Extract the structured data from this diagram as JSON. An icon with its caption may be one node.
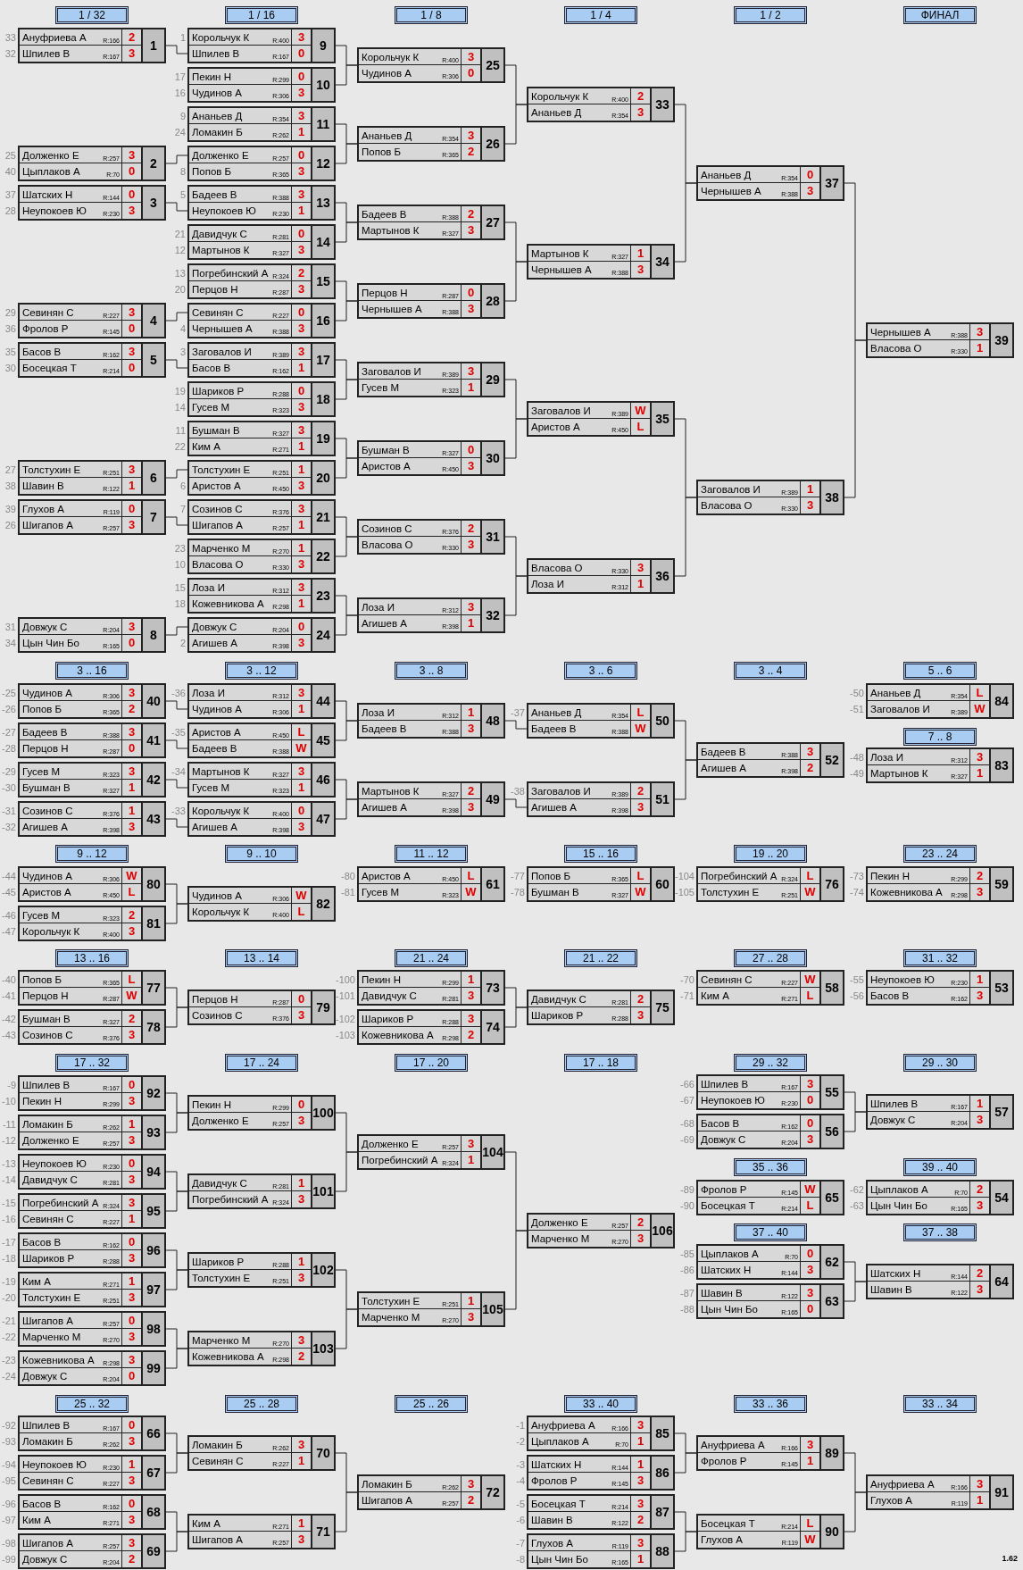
{
  "diagram": {
    "nodes": [
      {
        "text": [
          "Ануфриева А",
          "R:166",
          "2",
          "Шпилев В",
          "R:167",
          "3",
          "1"
        ],
        "beside": [
          "33",
          "32"
        ]
      },
      {
        "text": [
          "Долженко Е",
          "R:257",
          "3",
          "Цыплаков А",
          "R:70",
          "0",
          "2"
        ],
        "beside": [
          "25",
          "40"
        ]
      },
      {
        "text": [
          "Шатских Н",
          "R:144",
          "0",
          "Неупокоев Ю",
          "R:230",
          "3",
          "3"
        ],
        "beside": [
          "37",
          "28"
        ]
      },
      {
        "text": [
          "Севинян С",
          "R:227",
          "3",
          "Фролов Р",
          "R:145",
          "0",
          "4"
        ],
        "beside": [
          "29",
          "36"
        ]
      },
      {
        "text": [
          "Басов В",
          "R:162",
          "3",
          "Босецкая Т",
          "R:214",
          "0",
          "5"
        ],
        "beside": [
          "35",
          "30"
        ]
      },
      {
        "text": [
          "Толстухин Е",
          "R:251",
          "3",
          "Шавин В",
          "R:122",
          "1",
          "6"
        ],
        "beside": [
          "27",
          "38"
        ]
      },
      {
        "text": [
          "Глухов А",
          "R:119",
          "0",
          "Шигапов А",
          "R:257",
          "3",
          "7"
        ],
        "beside": [
          "39",
          "26"
        ]
      },
      {
        "text": [
          "Довжук С",
          "R:204",
          "3",
          "Цын Чин Бо",
          "R:165",
          "0",
          "8"
        ],
        "beside": [
          "31",
          "34"
        ]
      },
      {
        "text": [
          "Корольчук К",
          "R:400",
          "3",
          "Шпилев В",
          "R:167",
          "0",
          "9"
        ],
        "beside": [
          "1"
        ]
      },
      {
        "text": [
          "Пекин Н",
          "R:299",
          "0",
          "Чудинов А",
          "R:306",
          "3",
          "10"
        ],
        "beside": [
          "17",
          "16"
        ]
      },
      {
        "text": [
          "Ананьев Д",
          "R:354",
          "3",
          "Ломакин Б",
          "R:262",
          "1",
          "11"
        ],
        "beside": [
          "9",
          "24"
        ]
      },
      {
        "text": [
          "Долженко Е",
          "R:257",
          "0",
          "Попов Б",
          "R:365",
          "3",
          "12"
        ],
        "beside": [
          "8"
        ]
      },
      {
        "text": [
          "Бадеев В",
          "R:388",
          "3",
          "Неупокоев Ю",
          "R:230",
          "1",
          "13"
        ],
        "beside": [
          "5"
        ]
      },
      {
        "text": [
          "Давидчук С",
          "R:281",
          "0",
          "Мартынов К",
          "R:327",
          "3",
          "14"
        ],
        "beside": [
          "21",
          "12"
        ]
      },
      {
        "text": [
          "Погребинский А",
          "R:324",
          "2",
          "Перцов Н",
          "R:287",
          "3",
          "15"
        ],
        "beside": [
          "13",
          "20"
        ]
      },
      {
        "text": [
          "Севинян С",
          "R:227",
          "0",
          "Чернышев А",
          "R:388",
          "3",
          "16"
        ],
        "beside": [
          "4"
        ]
      },
      {
        "text": [
          "Заговалов И",
          "R:389",
          "3",
          "Басов В",
          "R:162",
          "1",
          "17"
        ],
        "beside": [
          "3"
        ]
      },
      {
        "text": [
          "Шариков Р",
          "R:288",
          "0",
          "Гусев М",
          "R:323",
          "3",
          "18"
        ],
        "beside": [
          "19",
          "14"
        ]
      },
      {
        "text": [
          "Бушман В",
          "R:327",
          "3",
          "Ким А",
          "R:271",
          "1",
          "19"
        ],
        "beside": [
          "11",
          "22"
        ]
      },
      {
        "text": [
          "Толстухин Е",
          "R:251",
          "1",
          "Аристов А",
          "R:450",
          "3",
          "20"
        ],
        "beside": [
          "6"
        ]
      },
      {
        "text": [
          "Созинов С",
          "R:376",
          "3",
          "Шигапов А",
          "R:257",
          "1",
          "21"
        ],
        "beside": [
          "7"
        ]
      },
      {
        "text": [
          "Марченко М",
          "R:270",
          "1",
          "Власова О",
          "R:330",
          "3",
          "22"
        ],
        "beside": [
          "23",
          "10"
        ]
      },
      {
        "text": [
          "Лоза И",
          "R:312",
          "3",
          "Кожевникова А",
          "R:298",
          "1",
          "23"
        ],
        "beside": [
          "15",
          "18"
        ]
      },
      {
        "text": [
          "Довжук С",
          "R:204",
          "0",
          "Агишев А",
          "R:398",
          "3",
          "24"
        ],
        "beside": [
          "2"
        ]
      },
      {
        "text": [
          "Корольчук К",
          "R:400",
          "3",
          "Чудинов А",
          "R:306",
          "0",
          "25"
        ]
      },
      {
        "text": [
          "Ананьев Д",
          "R:354",
          "3",
          "Попов Б",
          "R:365",
          "2",
          "26"
        ]
      },
      {
        "text": [
          "Бадеев В",
          "R:388",
          "2",
          "Мартынов К",
          "R:327",
          "3",
          "27"
        ]
      },
      {
        "text": [
          "Перцов Н",
          "R:287",
          "0",
          "Чернышев А",
          "R:388",
          "3",
          "28"
        ]
      },
      {
        "text": [
          "Заговалов И",
          "R:389",
          "3",
          "Гусев М",
          "R:323",
          "1",
          "29"
        ]
      },
      {
        "text": [
          "Бушман В",
          "R:327",
          "0",
          "Аристов А",
          "R:450",
          "3",
          "30"
        ]
      },
      {
        "text": [
          "Созинов С",
          "R:376",
          "2",
          "Власова О",
          "R:330",
          "3",
          "31"
        ]
      },
      {
        "text": [
          "Лоза И",
          "R:312",
          "3",
          "Агишев А",
          "R:398",
          "1",
          "32"
        ]
      },
      {
        "text": [
          "Корольчук К",
          "R:400",
          "2",
          "Ананьев Д",
          "R:354",
          "3",
          "33"
        ]
      },
      {
        "text": [
          "Мартынов К",
          "R:327",
          "1",
          "Чернышев А",
          "R:388",
          "3",
          "34"
        ]
      },
      {
        "text": [
          "Заговалов И",
          "R:389",
          "W",
          "Аристов А",
          "R:450",
          "L",
          "35"
        ]
      },
      {
        "text": [
          "Власова О",
          "R:330",
          "3",
          "Лоза И",
          "R:312",
          "1",
          "36"
        ]
      },
      {
        "text": [
          "Ананьев Д",
          "R:354",
          "0",
          "Чернышев А",
          "R:388",
          "3",
          "37"
        ]
      },
      {
        "text": [
          "Заговалов И",
          "R:389",
          "1",
          "Власова О",
          "R:330",
          "3",
          "38"
        ]
      },
      {
        "text": [
          "Чернышев А",
          "R:388",
          "3",
          "Власова О",
          "R:330",
          "1",
          "39"
        ]
      },
      {
        "text": [
          "Чудинов А",
          "R:306",
          "3",
          "Попов Б",
          "R:365",
          "2",
          "40"
        ],
        "beside": [
          "-25",
          "-26"
        ]
      },
      {
        "text": [
          "Бадеев В",
          "R:388",
          "3",
          "Перцов Н",
          "R:287",
          "0",
          "41"
        ],
        "beside": [
          "-27",
          "-28"
        ]
      },
      {
        "text": [
          "Гусев М",
          "R:323",
          "3",
          "Бушман В",
          "R:327",
          "1",
          "42"
        ],
        "beside": [
          "-29",
          "-30"
        ]
      },
      {
        "text": [
          "Созинов С",
          "R:376",
          "1",
          "Агишев А",
          "R:398",
          "3",
          "43"
        ],
        "beside": [
          "-31",
          "-32"
        ]
      },
      {
        "text": [
          "Лоза И",
          "R:312",
          "3",
          "Чудинов А",
          "R:306",
          "1",
          "44"
        ],
        "beside": [
          "-36"
        ]
      },
      {
        "text": [
          "Аристов А",
          "R:450",
          "L",
          "Бадеев В",
          "R:388",
          "W",
          "45"
        ],
        "beside": [
          "-35"
        ]
      },
      {
        "text": [
          "Мартынов К",
          "R:327",
          "3",
          "Гусев М",
          "R:323",
          "1",
          "46"
        ],
        "beside": [
          "-34"
        ]
      },
      {
        "text": [
          "Корольчук К",
          "R:400",
          "0",
          "Агишев А",
          "R:398",
          "3",
          "47"
        ],
        "beside": [
          "-33"
        ]
      },
      {
        "text": [
          "Лоза И",
          "R:312",
          "1",
          "Бадеев В",
          "R:388",
          "3",
          "48"
        ]
      },
      {
        "text": [
          "Мартынов К",
          "R:327",
          "2",
          "Агишев А",
          "R:398",
          "3",
          "49"
        ]
      },
      {
        "text": [
          "Ананьев Д",
          "R:354",
          "L",
          "Бадеев В",
          "R:388",
          "W",
          "50"
        ],
        "beside": [
          "-37"
        ]
      },
      {
        "text": [
          "Заговалов И",
          "R:389",
          "2",
          "Агишев А",
          "R:398",
          "3",
          "51"
        ],
        "beside": [
          "-38"
        ]
      },
      {
        "text": [
          "Бадеев В",
          "R:388",
          "3",
          "Агишев А",
          "R:398",
          "2",
          "52"
        ]
      },
      {
        "text": [
          "Неупокоев Ю",
          "R:230",
          "1",
          "Басов В",
          "R:162",
          "3",
          "53"
        ],
        "beside": [
          "-55",
          "-56"
        ]
      },
      {
        "text": [
          "Цыплаков А",
          "R:70",
          "2",
          "Цын Чин Бо",
          "R:165",
          "3",
          "54"
        ],
        "beside": [
          "-62",
          "-63"
        ]
      },
      {
        "text": [
          "Шпилев В",
          "R:167",
          "3",
          "Неупокоев Ю",
          "R:230",
          "0",
          "55"
        ],
        "beside": [
          "-66",
          "-67"
        ]
      },
      {
        "text": [
          "Басов В",
          "R:162",
          "0",
          "Довжук С",
          "R:204",
          "3",
          "56"
        ],
        "beside": [
          "-68",
          "-69"
        ]
      },
      {
        "text": [
          "Шпилев В",
          "R:167",
          "1",
          "Довжук С",
          "R:204",
          "3",
          "57"
        ]
      },
      {
        "text": [
          "Севинян С",
          "R:227",
          "W",
          "Ким А",
          "R:271",
          "L",
          "58"
        ],
        "beside": [
          "-70",
          "-71"
        ]
      },
      {
        "text": [
          "Пекин Н",
          "R:299",
          "2",
          "Кожевникова А",
          "R:298",
          "3",
          "59"
        ],
        "beside": [
          "-73",
          "-74"
        ]
      },
      {
        "text": [
          "Попов Б",
          "R:365",
          "L",
          "Бушман В",
          "R:327",
          "W",
          "60"
        ],
        "beside": [
          "-77",
          "-78"
        ]
      },
      {
        "text": [
          "Аристов А",
          "R:450",
          "L",
          "Гусев М",
          "R:323",
          "W",
          "61"
        ],
        "beside": [
          "-80",
          "-81"
        ]
      },
      {
        "text": [
          "Цыплаков А",
          "R:70",
          "0",
          "Шатских Н",
          "R:144",
          "3",
          "62"
        ],
        "beside": [
          "-85",
          "-86"
        ]
      },
      {
        "text": [
          "Шавин В",
          "R:122",
          "3",
          "Цын Чин Бо",
          "R:165",
          "0",
          "63"
        ],
        "beside": [
          "-87",
          "-88"
        ]
      },
      {
        "text": [
          "Шатских Н",
          "R:144",
          "2",
          "Шавин В",
          "R:122",
          "3",
          "64"
        ]
      },
      {
        "text": [
          "Фролов Р",
          "R:145",
          "W",
          "Босецкая Т",
          "R:214",
          "L",
          "65"
        ],
        "beside": [
          "-89",
          "-90"
        ]
      },
      {
        "text": [
          "Шпилев В",
          "R:167",
          "0",
          "Ломакин Б",
          "R:262",
          "3",
          "66"
        ],
        "beside": [
          "-92",
          "-93"
        ]
      },
      {
        "text": [
          "Неупокоев Ю",
          "R:230",
          "1",
          "Севинян С",
          "R:227",
          "3",
          "67"
        ],
        "beside": [
          "-94",
          "-95"
        ]
      },
      {
        "text": [
          "Басов В",
          "R:162",
          "0",
          "Ким А",
          "R:271",
          "3",
          "68"
        ],
        "beside": [
          "-96",
          "-97"
        ]
      },
      {
        "text": [
          "Шигапов А",
          "R:257",
          "3",
          "Довжук С",
          "R:204",
          "2",
          "69"
        ],
        "beside": [
          "-98",
          "-99"
        ]
      },
      {
        "text": [
          "Ломакин Б",
          "R:262",
          "3",
          "Севинян С",
          "R:227",
          "1",
          "70"
        ]
      },
      {
        "text": [
          "Ким А",
          "R:271",
          "1",
          "Шигапов А",
          "R:257",
          "3",
          "71"
        ]
      },
      {
        "text": [
          "Ломакин Б",
          "R:262",
          "3",
          "Шигапов А",
          "R:257",
          "2",
          "72"
        ]
      },
      {
        "text": [
          "Пекин Н",
          "R:299",
          "1",
          "Давидчук С",
          "R:281",
          "3",
          "73"
        ],
        "beside": [
          "-100",
          "-101"
        ]
      },
      {
        "text": [
          "Шариков Р",
          "R:288",
          "3",
          "Кожевникова А",
          "R:298",
          "2",
          "74"
        ],
        "beside": [
          "-102",
          "-103"
        ]
      },
      {
        "text": [
          "Давидчук С",
          "R:281",
          "2",
          "Шариков Р",
          "R:288",
          "3",
          "75"
        ]
      },
      {
        "text": [
          "Погребинский А",
          "R:324",
          "L",
          "Толстухин Е",
          "R:251",
          "W",
          "76"
        ],
        "beside": [
          "-104",
          "-105"
        ]
      },
      {
        "text": [
          "Попов Б",
          "R:365",
          "L",
          "Перцов Н",
          "R:287",
          "W",
          "77"
        ],
        "beside": [
          "-40",
          "-41"
        ]
      },
      {
        "text": [
          "Бушман В",
          "R:327",
          "2",
          "Созинов С",
          "R:376",
          "3",
          "78"
        ],
        "beside": [
          "-42",
          "-43"
        ]
      },
      {
        "text": [
          "Перцов Н",
          "R:287",
          "0",
          "Созинов С",
          "R:376",
          "3",
          "79"
        ]
      },
      {
        "text": [
          "Чудинов А",
          "R:306",
          "W",
          "Аристов А",
          "R:450",
          "L",
          "80"
        ],
        "beside": [
          "-44",
          "-45"
        ]
      },
      {
        "text": [
          "Гусев М",
          "R:323",
          "2",
          "Корольчук К",
          "R:400",
          "3",
          "81"
        ],
        "beside": [
          "-46",
          "-47"
        ]
      },
      {
        "text": [
          "Чудинов А",
          "R:306",
          "W",
          "Корольчук К",
          "R:400",
          "L",
          "82"
        ]
      },
      {
        "text": [
          "Лоза И",
          "R:312",
          "3",
          "Мартынов К",
          "R:327",
          "1",
          "83"
        ],
        "beside": [
          "-48",
          "-49"
        ]
      },
      {
        "text": [
          "Ананьев Д",
          "R:354",
          "L",
          "Заговалов И",
          "R:389",
          "W",
          "84"
        ],
        "beside": [
          "-50",
          "-51"
        ]
      },
      {
        "text": [
          "Ануфриева А",
          "R:166",
          "3",
          "Цыплаков А",
          "R:70",
          "1",
          "85"
        ],
        "beside": [
          "-1",
          "-2"
        ]
      },
      {
        "text": [
          "Шатских Н",
          "R:144",
          "1",
          "Фролов Р",
          "R:145",
          "3",
          "86"
        ],
        "beside": [
          "-3",
          "-4"
        ]
      },
      {
        "text": [
          "Босецкая Т",
          "R:214",
          "3",
          "Шавин В",
          "R:122",
          "2",
          "87"
        ],
        "beside": [
          "-5",
          "-6"
        ]
      },
      {
        "text": [
          "Глухов А",
          "R:119",
          "3",
          "Цын Чин Бо",
          "R:165",
          "1",
          "88"
        ],
        "beside": [
          "-7",
          "-8"
        ]
      },
      {
        "text": [
          "Ануфриева А",
          "R:166",
          "3",
          "Фролов Р",
          "R:145",
          "1",
          "89"
        ]
      },
      {
        "text": [
          "Босецкая Т",
          "R:214",
          "L",
          "Глухов А",
          "R:119",
          "W",
          "90"
        ]
      },
      {
        "text": [
          "Ануфриева А",
          "R:166",
          "3",
          "Глухов А",
          "R:119",
          "1",
          "91"
        ]
      },
      {
        "text": [
          "Шпилев В",
          "R:167",
          "0",
          "Пекин Н",
          "R:299",
          "3",
          "92"
        ],
        "beside": [
          "-9",
          "-10"
        ]
      },
      {
        "text": [
          "Ломакин Б",
          "R:262",
          "1",
          "Долженко Е",
          "R:257",
          "3",
          "93"
        ],
        "beside": [
          "-11",
          "-12"
        ]
      },
      {
        "text": [
          "Неупокоев Ю",
          "R:230",
          "0",
          "Давидчук С",
          "R:281",
          "3",
          "94"
        ],
        "beside": [
          "-13",
          "-14"
        ]
      },
      {
        "text": [
          "Погребинский А",
          "R:324",
          "3",
          "Севинян С",
          "R:227",
          "1",
          "95"
        ],
        "beside": [
          "-15",
          "-16"
        ]
      },
      {
        "text": [
          "Басов В",
          "R:162",
          "0",
          "Шариков Р",
          "R:288",
          "3",
          "96"
        ],
        "beside": [
          "-17",
          "-18"
        ]
      },
      {
        "text": [
          "Ким А",
          "R:271",
          "1",
          "Толстухин Е",
          "R:251",
          "3",
          "97"
        ],
        "beside": [
          "-19",
          "-20"
        ]
      },
      {
        "text": [
          "Шигапов А",
          "R:257",
          "0",
          "Марченко М",
          "R:270",
          "3",
          "98"
        ],
        "beside": [
          "-21",
          "-22"
        ]
      },
      {
        "text": [
          "Кожевникова А",
          "R:298",
          "3",
          "Довжук С",
          "R:204",
          "0",
          "99"
        ],
        "beside": [
          "-23",
          "-24"
        ]
      },
      {
        "text": [
          "Пекин Н",
          "R:299",
          "0",
          "Долженко Е",
          "R:257",
          "3",
          "100"
        ]
      },
      {
        "text": [
          "Давидчук С",
          "R:281",
          "1",
          "Погребинский А",
          "R:324",
          "3",
          "101"
        ]
      },
      {
        "text": [
          "Шариков Р",
          "R:288",
          "1",
          "Толстухин Е",
          "R:251",
          "3",
          "102"
        ]
      },
      {
        "text": [
          "Марченко М",
          "R:270",
          "3",
          "Кожевникова А",
          "R:298",
          "2",
          "103"
        ]
      },
      {
        "text": [
          "Долженко Е",
          "R:257",
          "3",
          "Погребинский А",
          "R:324",
          "1",
          "104"
        ]
      },
      {
        "text": [
          "Толстухин Е",
          "R:251",
          "1",
          "Марченко М",
          "R:270",
          "3",
          "105"
        ]
      },
      {
        "text": [
          "Долженко Е",
          "R:257",
          "2",
          "Марченко М",
          "R:270",
          "3",
          "106"
        ]
      },
      {
        "text": [
          "1 / 32"
        ]
      },
      {
        "text": [
          "1 / 16"
        ]
      },
      {
        "text": [
          "1 / 8"
        ]
      },
      {
        "text": [
          "1 / 4"
        ]
      },
      {
        "text": [
          "1 / 2"
        ]
      },
      {
        "text": [
          "ФИНАЛ"
        ]
      },
      {
        "text": [
          "3 .. 16"
        ]
      },
      {
        "text": [
          "3 .. 12"
        ]
      },
      {
        "text": [
          "3 .. 8"
        ]
      },
      {
        "text": [
          "3 .. 6"
        ]
      },
      {
        "text": [
          "3 .. 4"
        ]
      },
      {
        "text": [
          "5 .. 6"
        ]
      },
      {
        "text": [
          "7 .. 8"
        ]
      },
      {
        "text": [
          "9 .. 12"
        ]
      },
      {
        "text": [
          "9 .. 10"
        ]
      },
      {
        "text": [
          "11 .. 12"
        ]
      },
      {
        "text": [
          "15 .. 16"
        ]
      },
      {
        "text": [
          "19 .. 20"
        ]
      },
      {
        "text": [
          "23 .. 24"
        ]
      },
      {
        "text": [
          "13 .. 16"
        ]
      },
      {
        "text": [
          "13 .. 14"
        ]
      },
      {
        "text": [
          "21 .. 24"
        ]
      },
      {
        "text": [
          "21 .. 22"
        ]
      },
      {
        "text": [
          "27 .. 28"
        ]
      },
      {
        "text": [
          "31 .. 32"
        ]
      },
      {
        "text": [
          "17 .. 32"
        ]
      },
      {
        "text": [
          "17 .. 24"
        ]
      },
      {
        "text": [
          "17 .. 20"
        ]
      },
      {
        "text": [
          "17 .. 18"
        ]
      },
      {
        "text": [
          "29 .. 32"
        ]
      },
      {
        "text": [
          "29 .. 30"
        ]
      },
      {
        "text": [
          "35 .. 36"
        ]
      },
      {
        "text": [
          "39 .. 40"
        ]
      },
      {
        "text": [
          "37 .. 40"
        ]
      },
      {
        "text": [
          "37 .. 38"
        ]
      },
      {
        "text": [
          "25 .. 32"
        ]
      },
      {
        "text": [
          "25 .. 28"
        ]
      },
      {
        "text": [
          "25 .. 26"
        ]
      },
      {
        "text": [
          "33 .. 40"
        ]
      },
      {
        "text": [
          "33 .. 36"
        ]
      },
      {
        "text": [
          "33 .. 34"
        ]
      }
    ],
    "edges": [
      {
        "from": 0,
        "to": 8,
        "arrow": "none"
      },
      {
        "from": 1,
        "to": 11,
        "arrow": "none"
      },
      {
        "from": 2,
        "to": 12,
        "arrow": "none"
      },
      {
        "from": 3,
        "to": 15,
        "arrow": "none"
      },
      {
        "from": 4,
        "to": 16,
        "arrow": "none"
      },
      {
        "from": 5,
        "to": 19,
        "arrow": "none"
      },
      {
        "from": 6,
        "to": 20,
        "arrow": "none"
      },
      {
        "from": 7,
        "to": 23,
        "arrow": "none"
      },
      {
        "from": 8,
        "to": 24,
        "arrow": "none"
      },
      {
        "from": 9,
        "to": 24,
        "arrow": "none"
      },
      {
        "from": 10,
        "to": 25,
        "arrow": "none"
      },
      {
        "from": 11,
        "to": 25,
        "arrow": "none"
      },
      {
        "from": 12,
        "to": 26,
        "arrow": "none"
      },
      {
        "from": 13,
        "to": 26,
        "arrow": "none"
      },
      {
        "from": 14,
        "to": 27,
        "arrow": "none"
      },
      {
        "from": 15,
        "to": 27,
        "arrow": "none"
      },
      {
        "from": 16,
        "to": 28,
        "arrow": "none"
      },
      {
        "from": 17,
        "to": 28,
        "arrow": "none"
      },
      {
        "from": 18,
        "to": 29,
        "arrow": "none"
      },
      {
        "from": 19,
        "to": 29,
        "arrow": "none"
      },
      {
        "from": 20,
        "to": 30,
        "arrow": "none"
      },
      {
        "from": 21,
        "to": 30,
        "arrow": "none"
      },
      {
        "from": 22,
        "to": 31,
        "arrow": "none"
      },
      {
        "from": 23,
        "to": 31,
        "arrow": "none"
      },
      {
        "from": 24,
        "to": 32,
        "arrow": "none"
      },
      {
        "from": 25,
        "to": 32,
        "arrow": "none"
      },
      {
        "from": 26,
        "to": 33,
        "arrow": "none"
      },
      {
        "from": 27,
        "to": 33,
        "arrow": "none"
      },
      {
        "from": 28,
        "to": 34,
        "arrow": "none"
      },
      {
        "from": 29,
        "to": 34,
        "arrow": "none"
      },
      {
        "from": 30,
        "to": 35,
        "arrow": "none"
      },
      {
        "from": 31,
        "to": 35,
        "arrow": "none"
      },
      {
        "from": 32,
        "to": 36,
        "arrow": "none"
      },
      {
        "from": 33,
        "to": 36,
        "arrow": "none"
      },
      {
        "from": 34,
        "to": 37,
        "arrow": "none"
      },
      {
        "from": 35,
        "to": 37,
        "arrow": "none"
      },
      {
        "from": 36,
        "to": 38,
        "arrow": "none"
      },
      {
        "from": 37,
        "to": 38,
        "arrow": "none"
      },
      {
        "from": 39,
        "to": 43,
        "arrow": "none"
      },
      {
        "from": 40,
        "to": 44,
        "arrow": "none"
      },
      {
        "from": 41,
        "to": 45,
        "arrow": "none"
      },
      {
        "from": 42,
        "to": 46,
        "arrow": "none"
      },
      {
        "from": 43,
        "to": 47,
        "arrow": "none"
      },
      {
        "from": 44,
        "to": 47,
        "arrow": "none"
      },
      {
        "from": 45,
        "to": 48,
        "arrow": "none"
      },
      {
        "from": 46,
        "to": 48,
        "arrow": "none"
      },
      {
        "from": 47,
        "to": 49,
        "arrow": "none"
      },
      {
        "from": 48,
        "to": 50,
        "arrow": "none"
      },
      {
        "from": 49,
        "to": 51,
        "arrow": "none"
      },
      {
        "from": 50,
        "to": 51,
        "arrow": "none"
      },
      {
        "from": 79,
        "to": 81,
        "arrow": "none"
      },
      {
        "from": 80,
        "to": 81,
        "arrow": "none"
      },
      {
        "from": 76,
        "to": 78,
        "arrow": "none"
      },
      {
        "from": 77,
        "to": 78,
        "arrow": "none"
      },
      {
        "from": 72,
        "to": 74,
        "arrow": "none"
      },
      {
        "from": 73,
        "to": 74,
        "arrow": "none"
      },
      {
        "from": 91,
        "to": 99,
        "arrow": "none"
      },
      {
        "from": 92,
        "to": 99,
        "arrow": "none"
      },
      {
        "from": 93,
        "to": 100,
        "arrow": "none"
      },
      {
        "from": 94,
        "to": 100,
        "arrow": "none"
      },
      {
        "from": 95,
        "to": 101,
        "arrow": "none"
      },
      {
        "from": 96,
        "to": 101,
        "arrow": "none"
      },
      {
        "from": 97,
        "to": 102,
        "arrow": "none"
      },
      {
        "from": 98,
        "to": 102,
        "arrow": "none"
      },
      {
        "from": 99,
        "to": 103,
        "arrow": "none"
      },
      {
        "from": 100,
        "to": 103,
        "arrow": "none"
      },
      {
        "from": 101,
        "to": 104,
        "arrow": "none"
      },
      {
        "from": 102,
        "to": 104,
        "arrow": "none"
      },
      {
        "from": 103,
        "to": 105,
        "arrow": "none"
      },
      {
        "from": 104,
        "to": 105,
        "arrow": "none"
      },
      {
        "from": 54,
        "to": 56,
        "arrow": "none"
      },
      {
        "from": 55,
        "to": 56,
        "arrow": "none"
      },
      {
        "from": 61,
        "to": 63,
        "arrow": "none"
      },
      {
        "from": 62,
        "to": 63,
        "arrow": "none"
      },
      {
        "from": 65,
        "to": 69,
        "arrow": "none"
      },
      {
        "from": 66,
        "to": 69,
        "arrow": "none"
      },
      {
        "from": 67,
        "to": 70,
        "arrow": "none"
      },
      {
        "from": 68,
        "to": 70,
        "arrow": "none"
      },
      {
        "from": 69,
        "to": 71,
        "arrow": "none"
      },
      {
        "from": 70,
        "to": 71,
        "arrow": "none"
      },
      {
        "from": 84,
        "to": 88,
        "arrow": "none"
      },
      {
        "from": 85,
        "to": 88,
        "arrow": "none"
      },
      {
        "from": 86,
        "to": 89,
        "arrow": "none"
      },
      {
        "from": 87,
        "to": 89,
        "arrow": "none"
      },
      {
        "from": 88,
        "to": 90,
        "arrow": "none"
      },
      {
        "from": 89,
        "to": 90,
        "arrow": "none"
      }
    ],
    "labels": [
      "1.62"
    ]
  }
}
